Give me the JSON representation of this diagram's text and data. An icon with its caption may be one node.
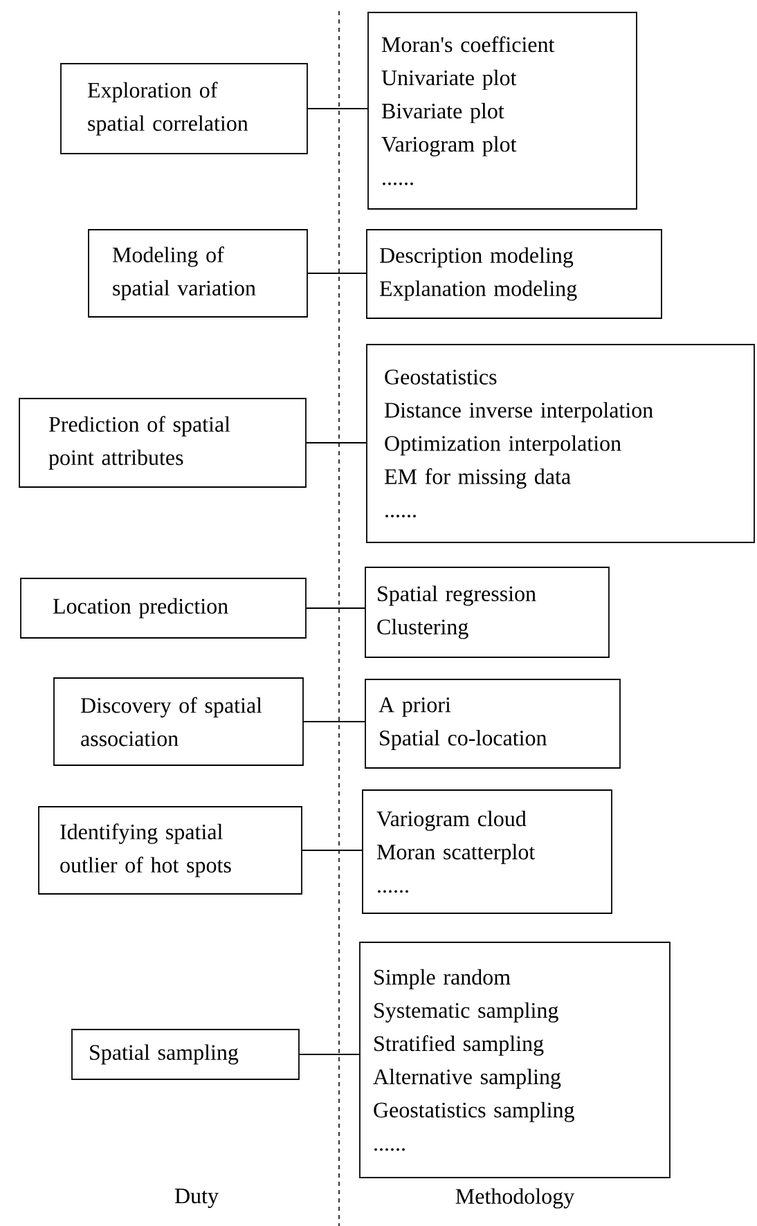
{
  "diagram": {
    "nodes": [
      {
        "text": [
          "Exploration of spatial correlation"
        ]
      },
      {
        "text": [
          "Moran's coefficient",
          "Univariate plot",
          "Bivariate plot",
          "Variogram plot",
          "......"
        ]
      },
      {
        "text": [
          "Modeling of spatial variation"
        ]
      },
      {
        "text": [
          "Description modeling",
          "Explanation modeling"
        ]
      },
      {
        "text": [
          "Prediction of spatial point attributes"
        ]
      },
      {
        "text": [
          "Geostatistics",
          "Distance inverse interpolation",
          "Optimization interpolation",
          "EM for missing data",
          "......"
        ]
      },
      {
        "text": [
          "Location prediction"
        ]
      },
      {
        "text": [
          "Spatial regression",
          "Clustering"
        ]
      },
      {
        "text": [
          "Discovery of spatial association"
        ]
      },
      {
        "text": [
          "A priori",
          "Spatial co-location"
        ]
      },
      {
        "text": [
          "Identifying spatial outlier of hot spots"
        ]
      },
      {
        "text": [
          "Variogram cloud",
          "Moran scatterplot",
          "......"
        ]
      },
      {
        "text": [
          "Spatial sampling"
        ]
      },
      {
        "text": [
          "Simple random",
          "Systematic sampling",
          "Stratified sampling",
          "Alternative sampling",
          "Geostatistics sampling",
          "......"
        ]
      }
    ],
    "edges": [
      {
        "from": 0,
        "to": 1,
        "arrow": "none"
      },
      {
        "from": 2,
        "to": 3,
        "arrow": "none"
      },
      {
        "from": 4,
        "to": 5,
        "arrow": "none"
      },
      {
        "from": 6,
        "to": 7,
        "arrow": "none"
      },
      {
        "from": 8,
        "to": 9,
        "arrow": "none"
      },
      {
        "from": 10,
        "to": 11,
        "arrow": "none"
      },
      {
        "from": 12,
        "to": 13,
        "arrow": "none"
      }
    ],
    "labels": [
      "Duty",
      "Methodology"
    ]
  }
}
